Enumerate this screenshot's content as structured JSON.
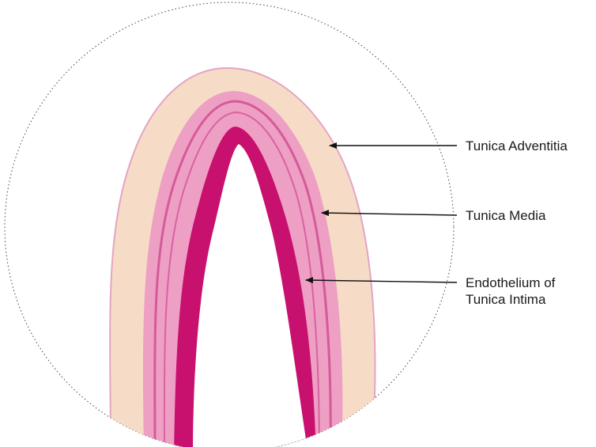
{
  "labels": {
    "adventitia": "Tunica Adventitia",
    "media": "Tunica Media",
    "intima_line1": "Endothelium of",
    "intima_line2": "Tunica Intima"
  },
  "colors": {
    "background": "#ffffff",
    "view_circle": "#444444",
    "adventitia_fill": "#f6dcc6",
    "adventitia_edge": "#e4a4c4",
    "media_fill": "#ee9fc4",
    "intima_fill": "#c8106e",
    "lumen": "#ffffff",
    "arrow": "#111111",
    "label_text": "#1a1a1a"
  }
}
